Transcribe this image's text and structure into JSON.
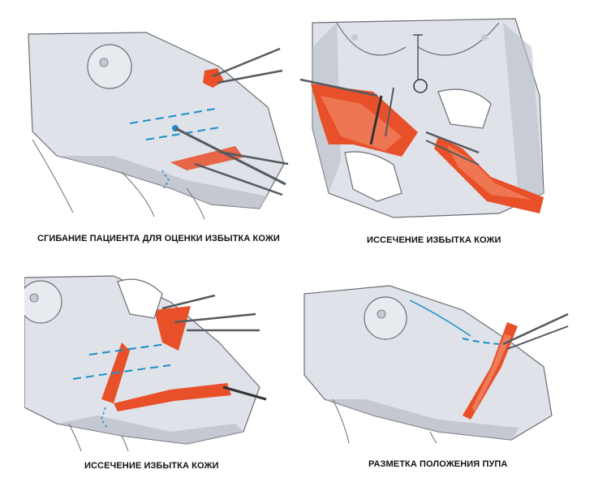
{
  "panels": [
    {
      "caption": "СГИБАНИЕ ПАЦИЕНТА ДЛЯ ОЦЕНКИ ИЗБЫТКА КОЖИ"
    },
    {
      "caption": "ИССЕЧЕНИЕ ИЗБЫТКА КОЖИ"
    },
    {
      "caption": "ИССЕЧЕНИЕ ИЗБЫТКА КОЖИ"
    },
    {
      "caption": "РАЗМЕТКА ПОЛОЖЕНИЯ ПУПА"
    }
  ],
  "colors": {
    "skin": "#dfe2e8",
    "skin_shadow": "#b9bec8",
    "tissue": "#e8502a",
    "tissue_light": "#f29070",
    "marker": "#1a8fc8",
    "instrument": "#555a60"
  }
}
